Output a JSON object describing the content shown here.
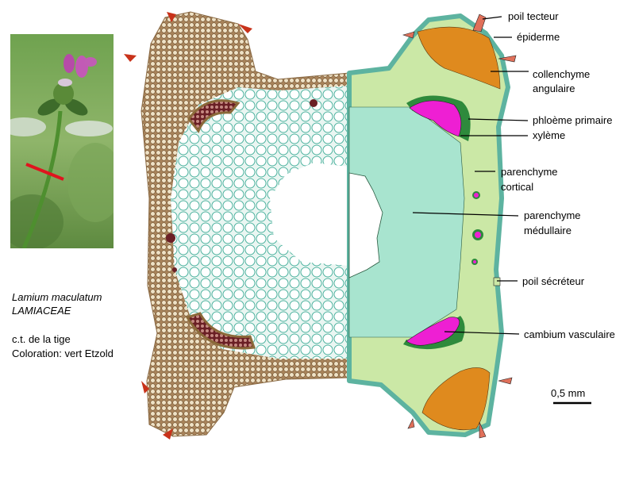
{
  "caption": {
    "species": "Lamium maculatum",
    "family": "LAMIACEAE",
    "section": "c.t. de la tige",
    "staining": "Coloration: vert Etzold"
  },
  "labels": {
    "poil_tecteur": "poil tecteur",
    "epiderme": "épiderme",
    "collenchyme_1": "collenchyme",
    "collenchyme_2": "angulaire",
    "phloeme": "phloème primaire",
    "xyleme": "xylème",
    "cortical_1": "parenchyme",
    "cortical_2": "cortical",
    "medullaire_1": "parenchyme",
    "medullaire_2": "médullaire",
    "poil_secreteur": "poil sécréteur",
    "cambium": "cambium vasculaire"
  },
  "scale_bar": {
    "label": "0,5 mm"
  },
  "colors": {
    "epidermis": "#5db3a0",
    "collenchyma": "#df8a1e",
    "cortex": "#cbe8a6",
    "medulla": "#a8e4cf",
    "phloem": "#2e8a3c",
    "xylem": "#ee1fd3",
    "hair": "#e0705a",
    "tissue_brown": "#b88a5c",
    "tissue_cells": "#dcefe8",
    "xylem_dark": "#7a2a30"
  },
  "icons": {
    "plant_photo": "plant-photo-icon",
    "section_micrograph": "micrograph-icon"
  }
}
